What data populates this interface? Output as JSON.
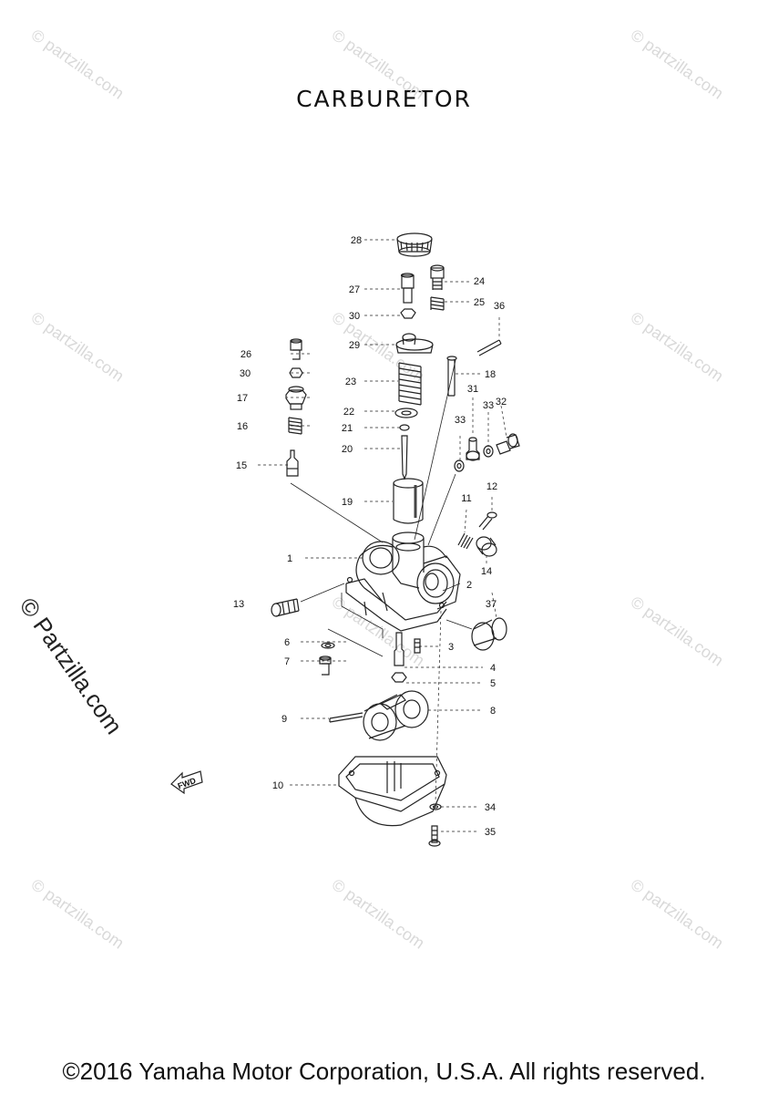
{
  "title": "CARBURETOR",
  "copyright": "©2016 Yamaha Motor Corporation, U.S.A. All rights reserved.",
  "watermark": "© partzilla.com",
  "side_watermark": "© Partzilla.com",
  "fwd_label": "FWD",
  "callouts": [
    {
      "id": "1"
    },
    {
      "id": "2"
    },
    {
      "id": "3"
    },
    {
      "id": "4"
    },
    {
      "id": "5"
    },
    {
      "id": "6"
    },
    {
      "id": "7"
    },
    {
      "id": "8"
    },
    {
      "id": "9"
    },
    {
      "id": "10"
    },
    {
      "id": "11"
    },
    {
      "id": "12"
    },
    {
      "id": "13"
    },
    {
      "id": "14"
    },
    {
      "id": "15"
    },
    {
      "id": "16"
    },
    {
      "id": "17"
    },
    {
      "id": "18"
    },
    {
      "id": "19"
    },
    {
      "id": "20"
    },
    {
      "id": "21"
    },
    {
      "id": "22"
    },
    {
      "id": "23"
    },
    {
      "id": "24"
    },
    {
      "id": "25"
    },
    {
      "id": "26"
    },
    {
      "id": "27"
    },
    {
      "id": "28"
    },
    {
      "id": "29"
    },
    {
      "id": "30"
    },
    {
      "id": "30"
    },
    {
      "id": "31"
    },
    {
      "id": "32"
    },
    {
      "id": "33"
    },
    {
      "id": "33"
    },
    {
      "id": "34"
    },
    {
      "id": "35"
    },
    {
      "id": "36"
    },
    {
      "id": "37"
    }
  ]
}
